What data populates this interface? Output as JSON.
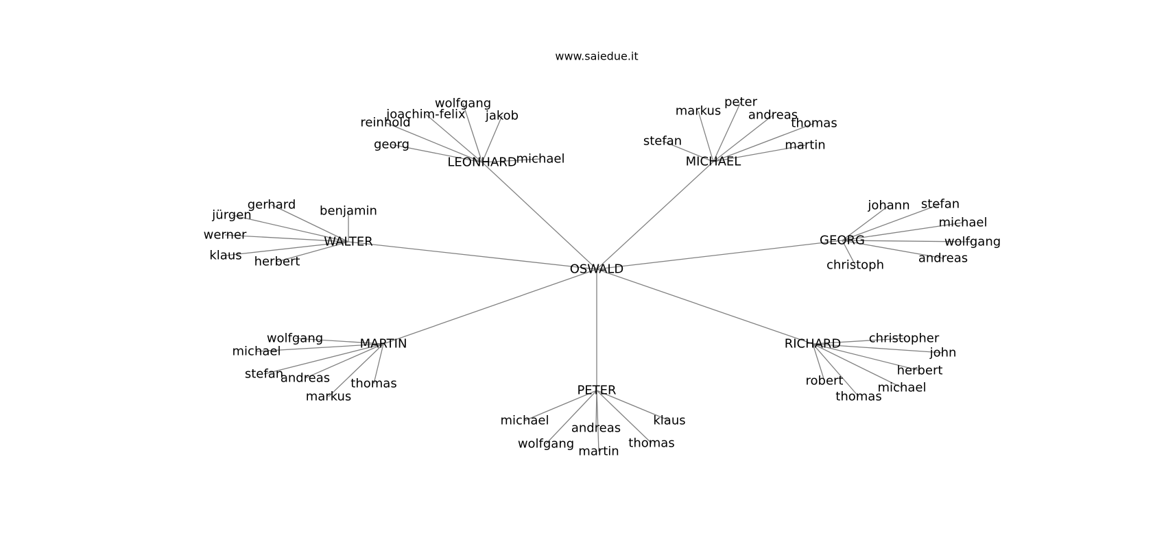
{
  "site": "www.saiedue.it",
  "tree": {
    "name": "OSWALD",
    "children": [
      {
        "name": "LEONHARD",
        "children": [
          "georg",
          "reinhold",
          "joachim-felix",
          "wolfgang",
          "jakob",
          "michael"
        ]
      },
      {
        "name": "MICHAEL",
        "children": [
          "stefan",
          "markus",
          "peter",
          "andreas",
          "thomas",
          "martin"
        ]
      },
      {
        "name": "WALTER",
        "children": [
          "gerhard",
          "jürgen",
          "werner",
          "klaus",
          "herbert",
          "benjamin"
        ]
      },
      {
        "name": "GEORG",
        "children": [
          "johann",
          "stefan",
          "michael",
          "wolfgang",
          "andreas",
          "christoph"
        ]
      },
      {
        "name": "MARTIN",
        "children": [
          "wolfgang",
          "michael",
          "stefan",
          "andreas",
          "markus",
          "thomas"
        ]
      },
      {
        "name": "PETER",
        "children": [
          "michael",
          "wolfgang",
          "andreas",
          "martin",
          "thomas",
          "klaus"
        ]
      },
      {
        "name": "RICHARD",
        "children": [
          "christopher",
          "john",
          "herbert",
          "michael",
          "thomas",
          "robert"
        ]
      }
    ]
  }
}
